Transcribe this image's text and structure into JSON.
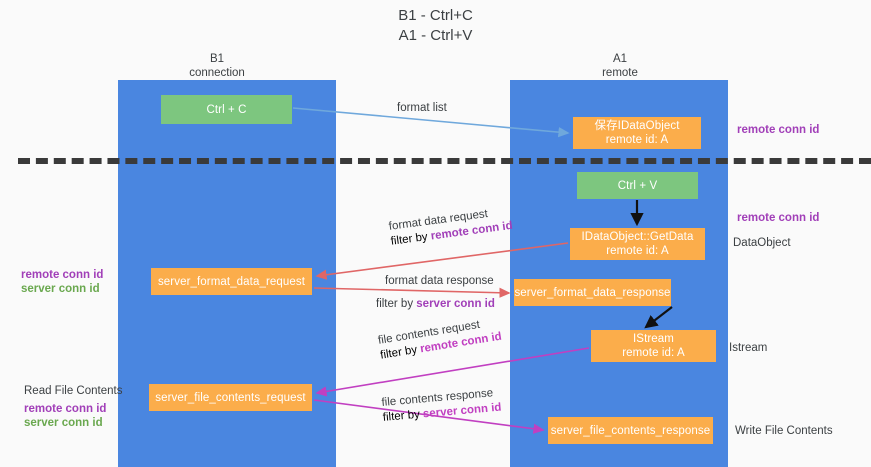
{
  "title": "B1 - Ctrl+C\nA1 - Ctrl+V",
  "lanes": [
    {
      "name": "b1",
      "header": "B1\nconnection"
    },
    {
      "name": "a1",
      "header": "A1\nremote"
    }
  ],
  "nodes": [
    {
      "id": "ctrl-c",
      "label": "Ctrl + C",
      "color": "green"
    },
    {
      "id": "save-idataobject",
      "label": "保存IDataObject\nremote id: A",
      "color": "orange"
    },
    {
      "id": "ctrl-v",
      "label": "Ctrl + V",
      "color": "green"
    },
    {
      "id": "idataobject-getdata",
      "label": "IDataObject::GetData\nremote id: A",
      "color": "orange"
    },
    {
      "id": "server-format-data-request",
      "label": "server_format_data_request",
      "color": "orange"
    },
    {
      "id": "server-format-data-response",
      "label": "server_format_data_response",
      "color": "orange"
    },
    {
      "id": "istream",
      "label": "IStream\nremote id: A",
      "color": "orange"
    },
    {
      "id": "server-file-contents-request",
      "label": "server_file_contents_request",
      "color": "orange"
    },
    {
      "id": "server-file-contents-response",
      "label": "server_file_contents_response",
      "color": "orange"
    }
  ],
  "flow_labels": {
    "format_list": "format list",
    "format_data_request": "format data request",
    "format_data_response": "format data response",
    "file_contents_request": "file contents request",
    "file_contents_response": "file contents response",
    "filter_by": "filter by",
    "remote_conn_id": "remote conn id",
    "server_conn_id": "server conn id"
  },
  "side_labels": {
    "right_remote_conn_id_top": "remote conn id",
    "right_remote_conn_id_mid": "remote conn id",
    "right_dataobject": "DataObject",
    "right_istream": "Istream",
    "right_write_file_contents": "Write File Contents",
    "left_read_file_contents": "Read File Contents",
    "left_remote_conn_id": "remote conn id",
    "left_server_conn_id": "server conn id",
    "left_mid_remote_conn_id": "remote conn id",
    "left_mid_server_conn_id": "server conn id"
  },
  "colors": {
    "lane": "#4a86e0",
    "node_green": "#7dc67f",
    "node_orange": "#fbad4b",
    "purple": "#a13fb8",
    "green_text": "#6aa84f",
    "arrow_blue": "#6fa8dc",
    "arrow_red": "#e06666",
    "arrow_magenta": "#c13fc1",
    "arrow_black": "#000000",
    "divider": "#3a3a3a",
    "background": "#fafafa"
  }
}
